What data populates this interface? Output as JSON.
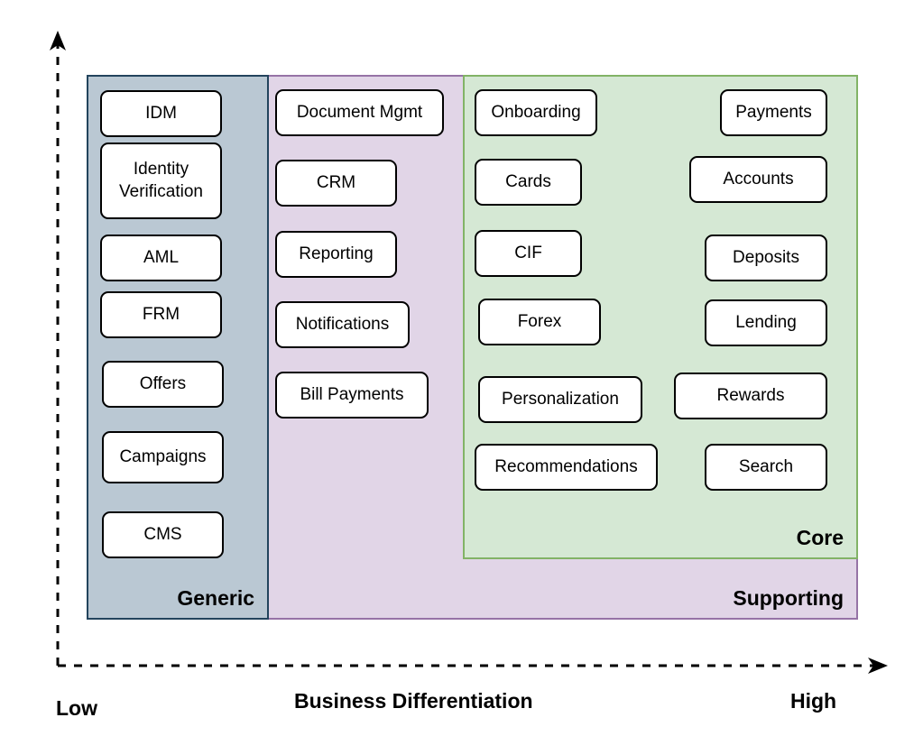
{
  "diagram": {
    "type": "quadrant-subdomain-map",
    "x_axis": {
      "label": "Business Differentiation",
      "low": "Low",
      "high": "High"
    },
    "regions": [
      {
        "id": "generic",
        "label": "Generic",
        "fill": "#bac8d3",
        "stroke": "#23445d"
      },
      {
        "id": "supporting",
        "label": "Supporting",
        "fill": "#e1d5e7",
        "stroke": "#9673a6"
      },
      {
        "id": "core",
        "label": "Core",
        "fill": "#d5e8d4",
        "stroke": "#82b366"
      }
    ],
    "generic_nodes": [
      "IDM",
      "Identity\nVerification",
      "AML",
      "FRM",
      "Offers",
      "Campaigns",
      "CMS"
    ],
    "supporting_nodes": [
      "Document Mgmt",
      "CRM",
      "Reporting",
      "Notifications",
      "Bill Payments"
    ],
    "core_left_nodes": [
      "Onboarding",
      "Cards",
      "CIF",
      "Forex",
      "Personalization",
      "Recommendations"
    ],
    "core_right_nodes": [
      "Payments",
      "Accounts",
      "Deposits",
      "Lending",
      "Rewards",
      "Search"
    ]
  }
}
